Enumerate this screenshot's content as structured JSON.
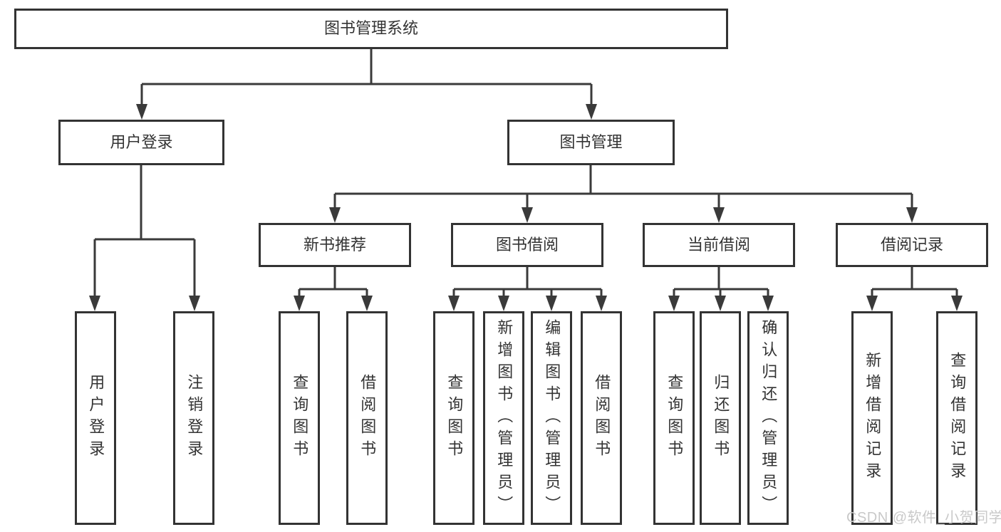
{
  "tree": {
    "label": "图书管理系统",
    "children": [
      {
        "label": "用户登录",
        "children": [
          {
            "label": "用户登录"
          },
          {
            "label": "注销登录"
          }
        ]
      },
      {
        "label": "图书管理",
        "children": [
          {
            "label": "新书推荐",
            "children": [
              {
                "label": "查询图书"
              },
              {
                "label": "借阅图书"
              }
            ]
          },
          {
            "label": "图书借阅",
            "children": [
              {
                "label": "查询图书"
              },
              {
                "label": "新增图书（管理员）"
              },
              {
                "label": "编辑图书（管理员）"
              },
              {
                "label": "借阅图书"
              }
            ]
          },
          {
            "label": "当前借阅",
            "children": [
              {
                "label": "查询图书"
              },
              {
                "label": "归还图书"
              },
              {
                "label": "确认归还（管理员）"
              }
            ]
          },
          {
            "label": "借阅记录",
            "children": [
              {
                "label": "新增借阅记录"
              },
              {
                "label": "查询借阅记录"
              }
            ]
          }
        ]
      }
    ]
  },
  "watermark": "CSDN @软件_小贺同学",
  "colors": {
    "line": "#3a3a3a",
    "box_border": "#333333",
    "text": "#333333",
    "watermark_text": "#c9c9c9",
    "background": "#ffffff"
  }
}
